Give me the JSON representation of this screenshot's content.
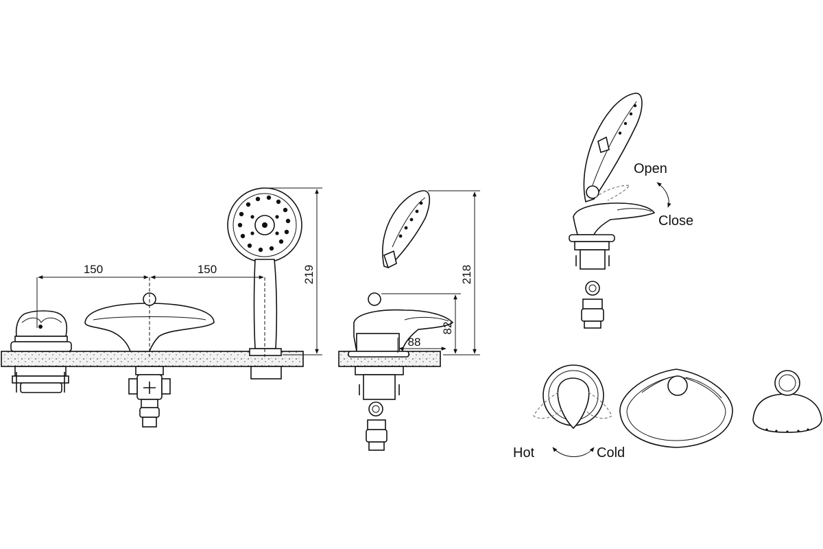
{
  "dimensions": {
    "spacing_left": "150",
    "spacing_right": "150",
    "height_front": "219",
    "height_side": "218",
    "spout_height": "82",
    "spout_reach": "88"
  },
  "labels": {
    "open": "Open",
    "close": "Close",
    "hot": "Hot",
    "cold": "Cold"
  }
}
